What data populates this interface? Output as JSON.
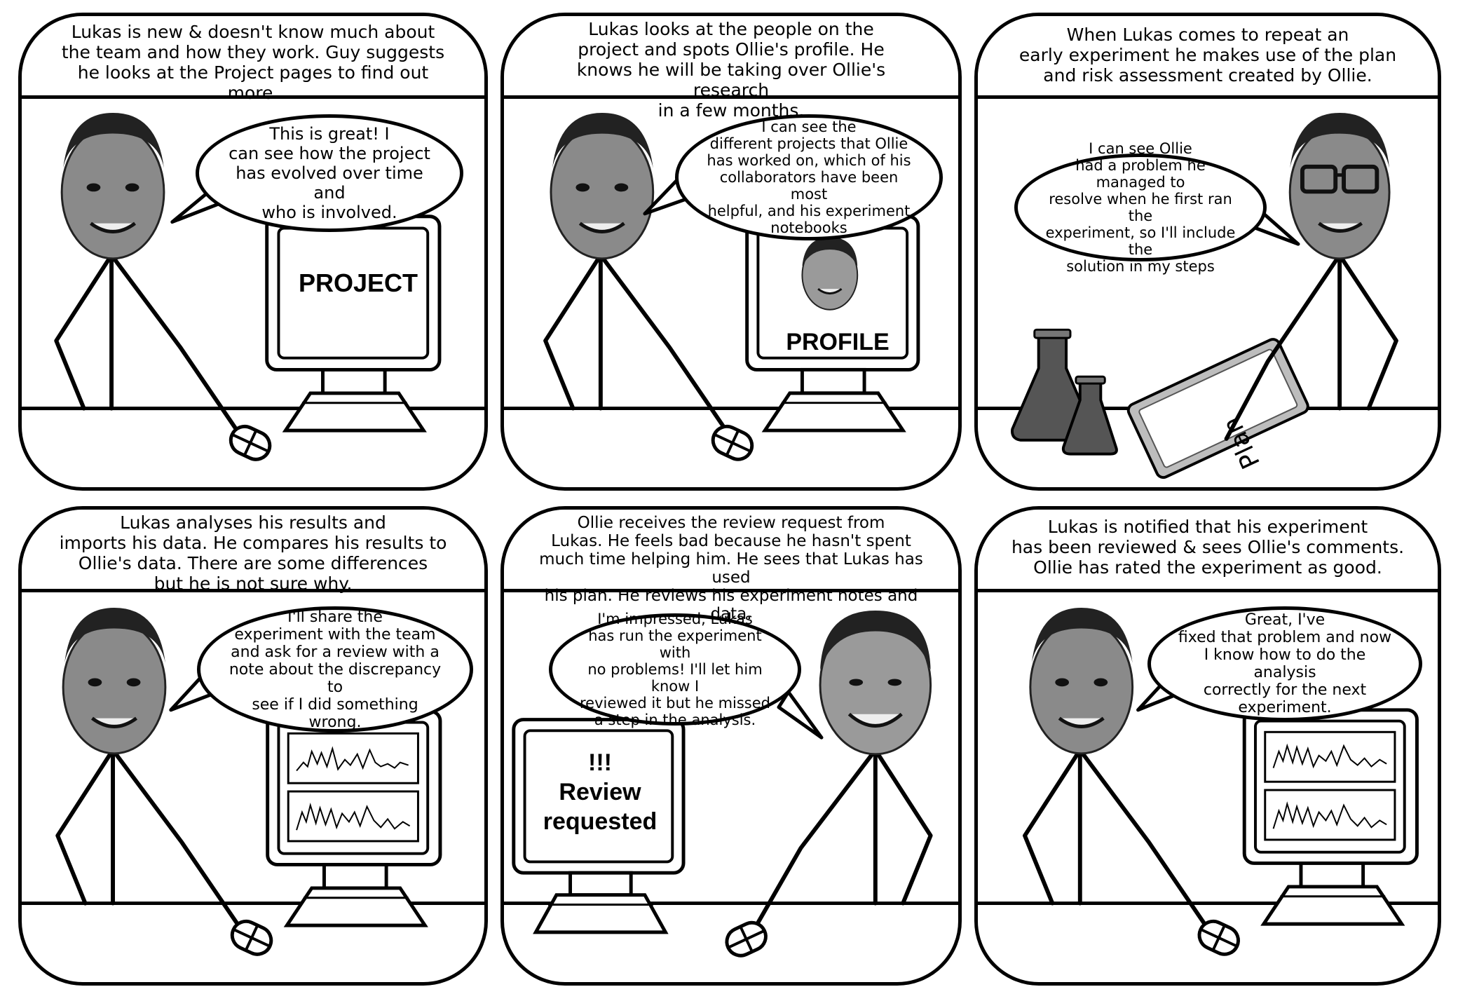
{
  "panels": [
    {
      "caption": "Lukas is new & doesn't know much about\nthe team and how they work. Guy suggests\nhe looks at the Project pages to find out more.",
      "bubble": "This is great! I\ncan see how the project\nhas evolved over time and\nwho is involved.",
      "screen": "PROJECT"
    },
    {
      "caption": "Lukas looks at the people on the\nproject and spots Ollie's profile. He\nknows he will be taking over Ollie's research\nin a few months.",
      "bubble": "I can see the\ndifferent projects that Ollie\nhas worked on, which of his\ncollaborators have been most\nhelpful, and his experiment\nnotebooks",
      "screen": "PROFILE"
    },
    {
      "caption": "When Lukas comes to repeat an\nearly experiment he makes use of the plan\nand risk assessment created  by Ollie.",
      "bubble": "I can see Ollie\nhad a problem he managed to\nresolve when he first ran the\nexperiment, so I'll include the\nsolution in my steps",
      "tablet": "Plan"
    },
    {
      "caption": "Lukas analyses his results and\nimports his data. He compares his results to\nOllie's data. There are some differences\nbut he is not sure why.",
      "bubble": "I'll share the\nexperiment with the team\nand ask for a review with a\nnote about the discrepancy to\nsee if I did something\nwrong."
    },
    {
      "caption": "Ollie receives the review request from\nLukas. He feels bad because he hasn't spent\nmuch time helping him. He sees that Lukas has used\nhis plan. He reviews his experiment notes and data.",
      "bubble": "I'm impressed, Lukas\nhas run the experiment with\nno problems! I'll let him know I\nreviewed it but he missed\na step in the analysis.",
      "screen": "!!!\nReview\nrequested"
    },
    {
      "caption": "Lukas is notified that his experiment\nhas been reviewed & sees Ollie's comments.\nOllie has rated the experiment as good.",
      "bubble": "Great, I've\nfixed that problem and now\nI know how to do the analysis\ncorrectly for the next\nexperiment."
    }
  ]
}
